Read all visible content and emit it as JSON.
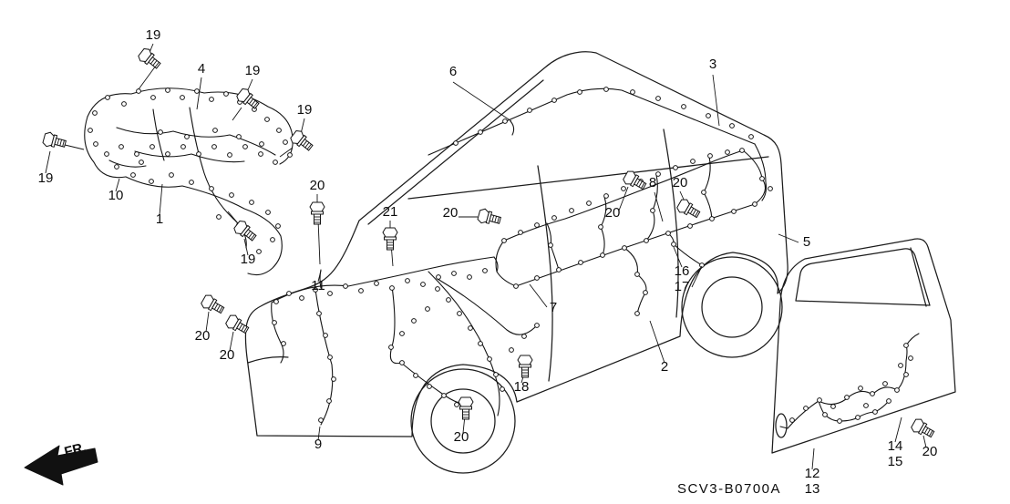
{
  "diagram": {
    "part_code": "SCV3-B0700A",
    "fr_label": "FR.",
    "callouts": [
      {
        "label": "19"
      },
      {
        "label": "4"
      },
      {
        "label": "19"
      },
      {
        "label": "19"
      },
      {
        "label": "19"
      },
      {
        "label": "10"
      },
      {
        "label": "1"
      },
      {
        "label": "19"
      },
      {
        "label": "6"
      },
      {
        "label": "3"
      },
      {
        "label": "20"
      },
      {
        "label": "21"
      },
      {
        "label": "20"
      },
      {
        "label": "20"
      },
      {
        "label": "8"
      },
      {
        "label": "20"
      },
      {
        "label": "16"
      },
      {
        "label": "17"
      },
      {
        "label": "5"
      },
      {
        "label": "11"
      },
      {
        "label": "7"
      },
      {
        "label": "2"
      },
      {
        "label": "18"
      },
      {
        "label": "20"
      },
      {
        "label": "20"
      },
      {
        "label": "9"
      },
      {
        "label": "20"
      },
      {
        "label": "12"
      },
      {
        "label": "13"
      },
      {
        "label": "14"
      },
      {
        "label": "15"
      },
      {
        "label": "20"
      }
    ]
  }
}
